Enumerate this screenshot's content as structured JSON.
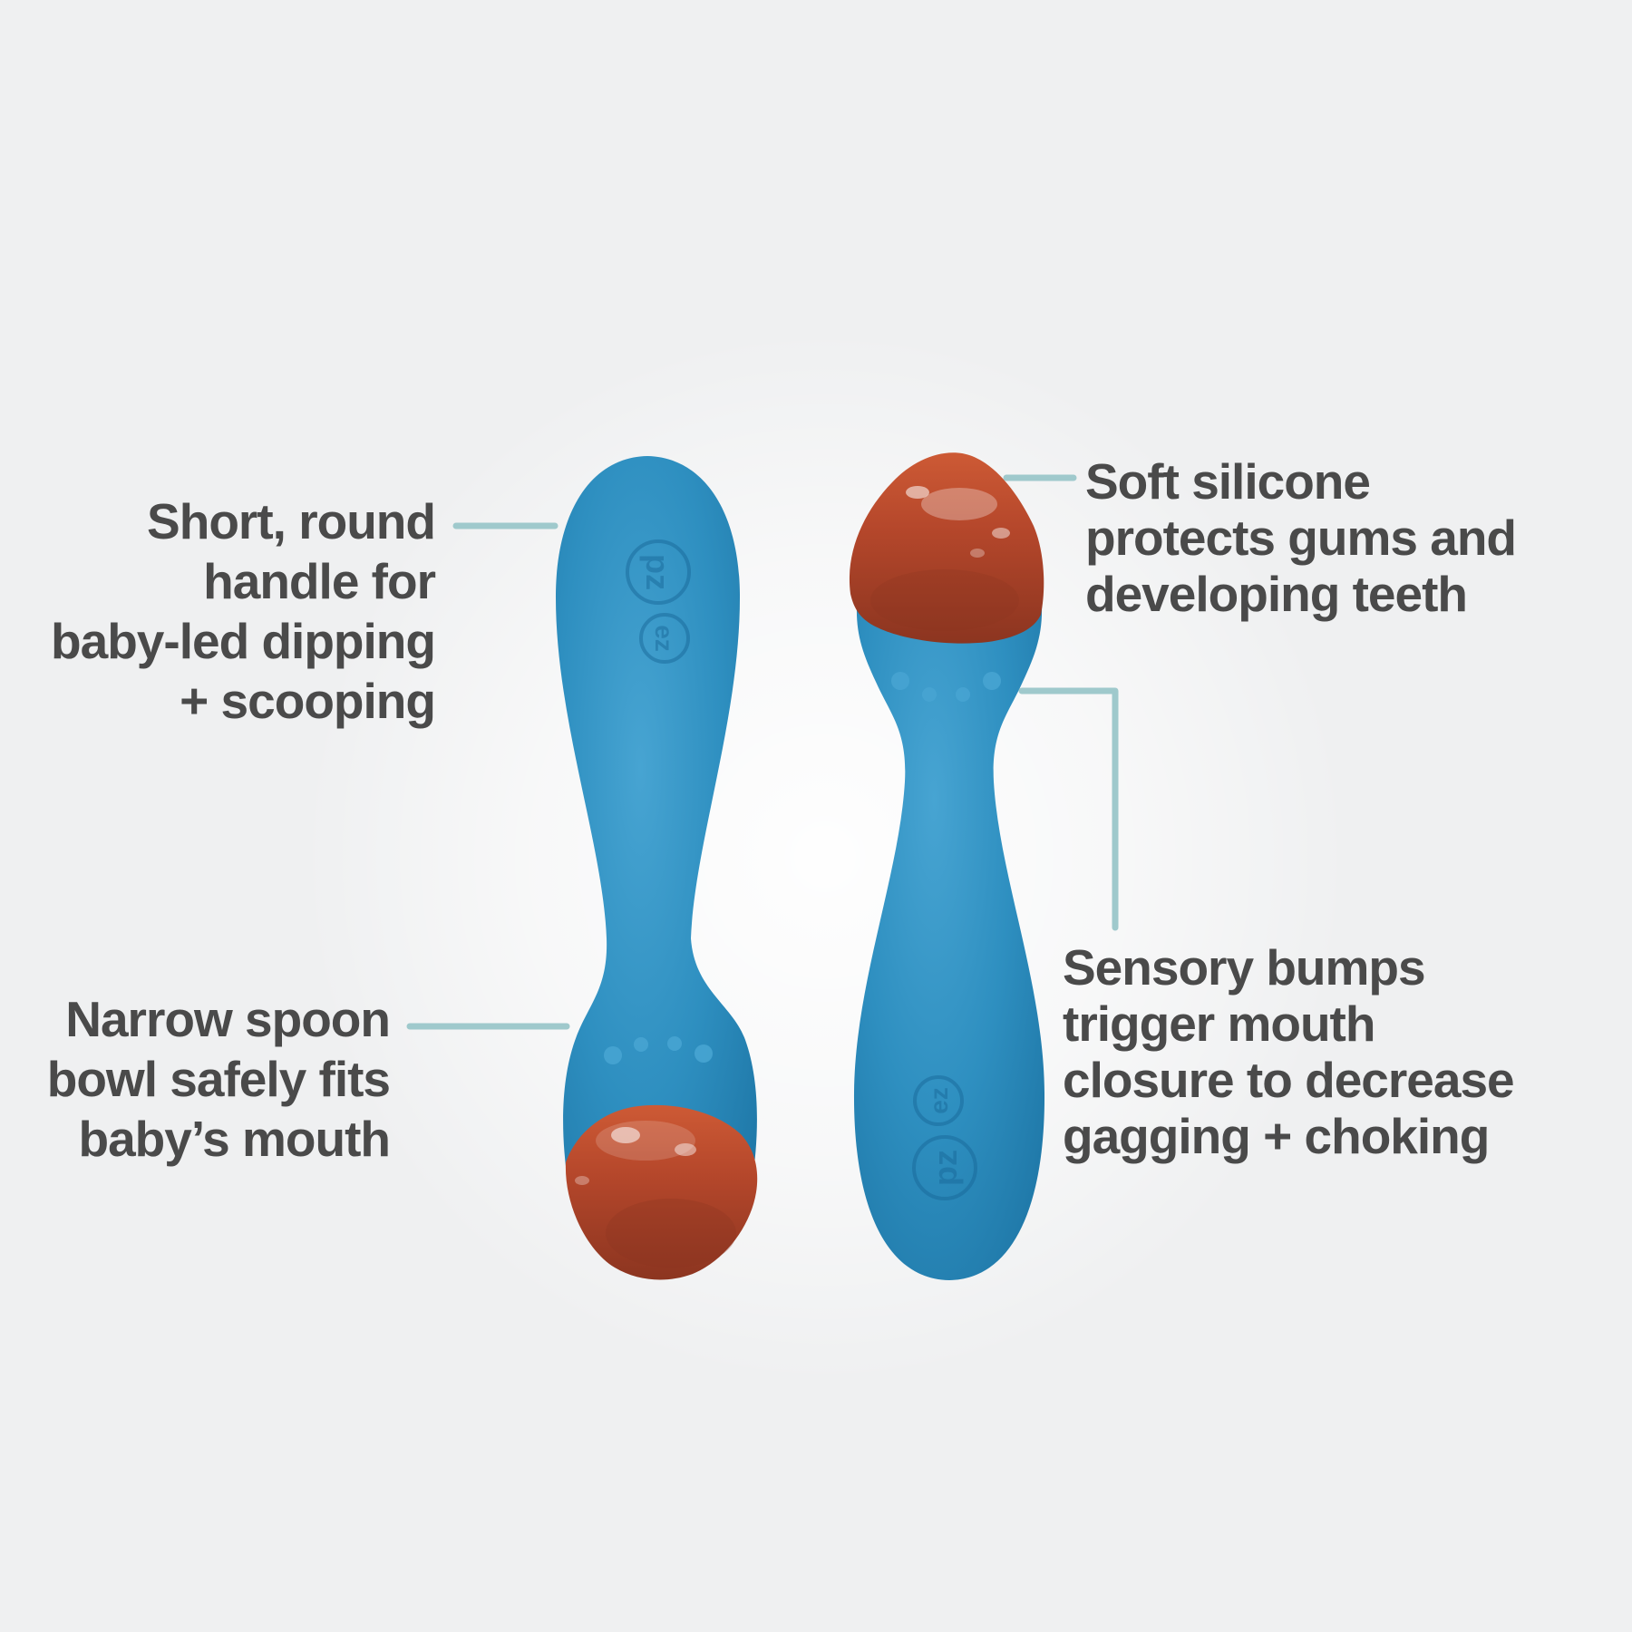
{
  "figure": {
    "kind": "product-feature-callout-diagram",
    "background": "#eff0f1"
  },
  "annotations": [
    {
      "id": "handle",
      "align": "right",
      "lines": [
        "Short, round",
        "handle for",
        "baby-led dipping",
        "+ scooping"
      ]
    },
    {
      "id": "soft-silicone",
      "align": "left",
      "lines": [
        "Soft silicone",
        "protects gums and",
        "developing teeth"
      ]
    },
    {
      "id": "spoon-bowl",
      "align": "right",
      "lines": [
        "Narrow spoon",
        "bowl safely fits",
        "baby’s mouth"
      ]
    },
    {
      "id": "sensory-bumps",
      "align": "left",
      "lines": [
        "Sensory bumps",
        "trigger mouth",
        "closure to decrease",
        "gagging + choking"
      ]
    }
  ],
  "spoon_logo": {
    "ez": "ez",
    "pz": "pz"
  },
  "colors": {
    "text": "#4a4a4a",
    "callout_line": "#9fc9cc",
    "spoon_blue": "#2e8fc0",
    "spoon_blue_light": "#47a4d2",
    "spoon_blue_dark": "#1f78a8",
    "spoon_emboss": "#19699a",
    "food_red_light": "#cd5a35",
    "food_red": "#b5472b",
    "food_red_dark": "#8c3520"
  }
}
